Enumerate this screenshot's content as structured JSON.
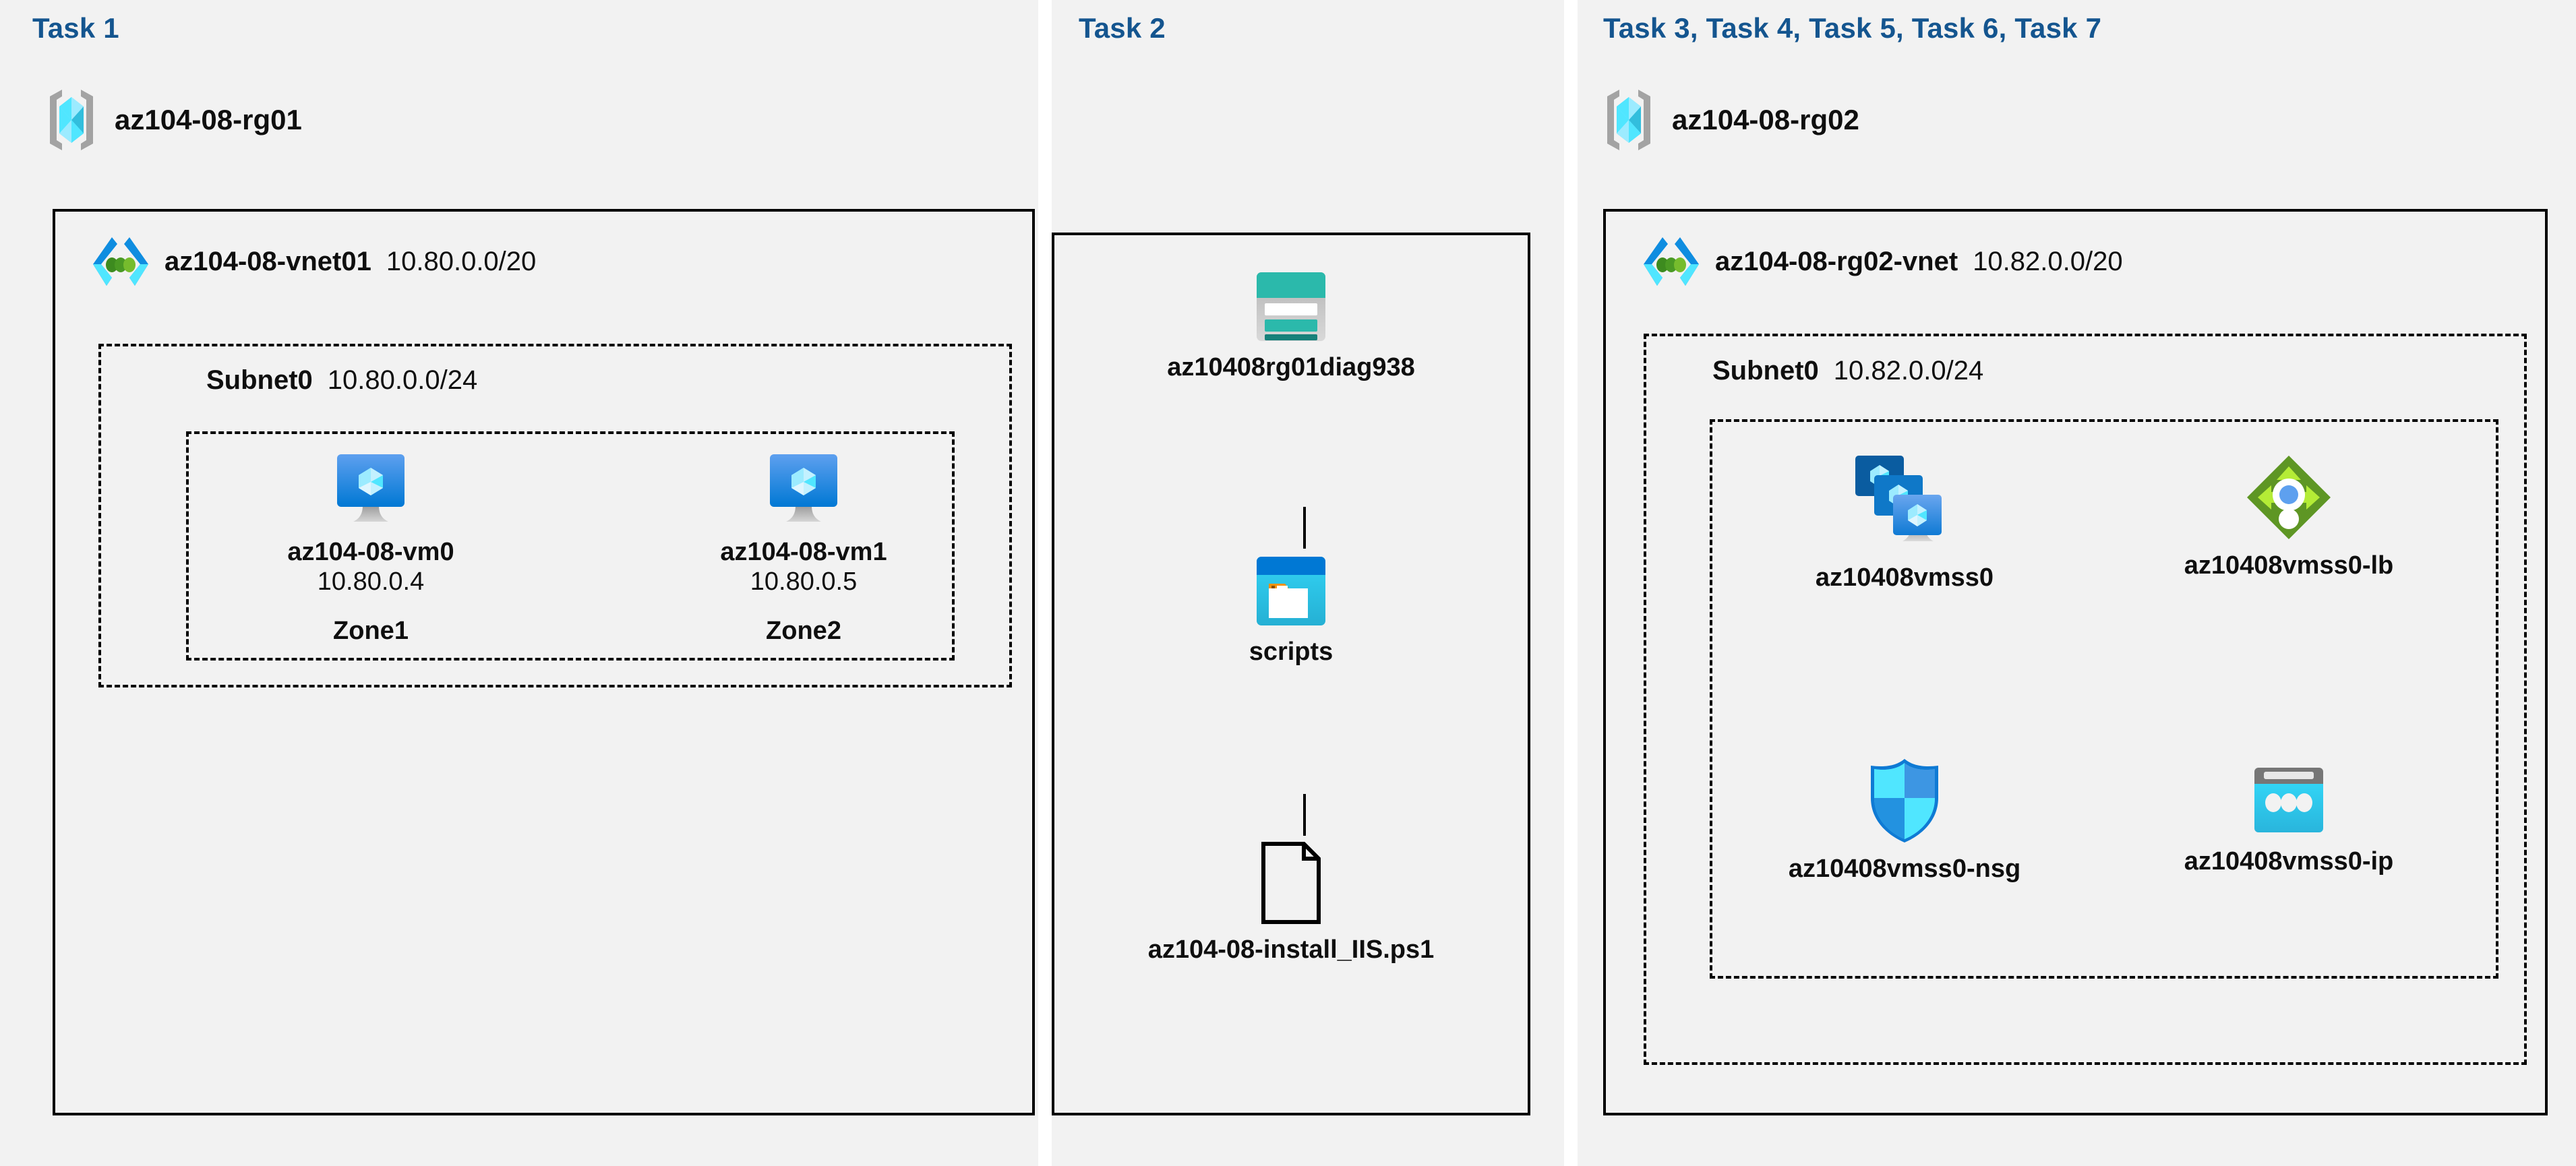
{
  "panels": [
    {
      "id": "task1",
      "title": "Task 1",
      "resource_group": {
        "name": "az104-08-rg01",
        "icon": "resource-group-icon"
      },
      "vnet": {
        "name": "az104-08-vnet01",
        "cidr": "10.80.0.0/20",
        "icon": "virtual-network-icon"
      },
      "subnet": {
        "name": "Subnet0",
        "cidr": "10.80.0.0/24"
      },
      "vms": [
        {
          "name": "az104-08-vm0",
          "ip": "10.80.0.4",
          "zone": "Zone1",
          "icon": "virtual-machine-icon"
        },
        {
          "name": "az104-08-vm1",
          "ip": "10.80.0.5",
          "zone": "Zone2",
          "icon": "virtual-machine-icon"
        }
      ]
    },
    {
      "id": "task2",
      "title": "Task 2",
      "storage_account": {
        "name": "az10408rg01diag938",
        "icon": "storage-account-icon"
      },
      "container": {
        "name": "scripts",
        "icon": "blob-container-icon"
      },
      "file": {
        "name": "az104-08-install_IIS.ps1",
        "icon": "document-icon"
      }
    },
    {
      "id": "task3",
      "title": "Task 3, Task 4, Task 5, Task 6, Task 7",
      "resource_group": {
        "name": "az104-08-rg02",
        "icon": "resource-group-icon"
      },
      "vnet": {
        "name": "az104-08-rg02-vnet",
        "cidr": "10.82.0.0/20",
        "icon": "virtual-network-icon"
      },
      "subnet": {
        "name": "Subnet0",
        "cidr": "10.82.0.0/24"
      },
      "resources": [
        {
          "name": "az10408vmss0",
          "icon": "vm-scale-set-icon"
        },
        {
          "name": "az10408vmss0-lb",
          "icon": "load-balancer-icon"
        },
        {
          "name": "az10408vmss0-nsg",
          "icon": "network-security-group-icon"
        },
        {
          "name": "az10408vmss0-ip",
          "icon": "public-ip-address-icon"
        }
      ]
    }
  ],
  "colors": {
    "panel_background": "#f2f2f2",
    "task_title": "#14558f",
    "border": "#000000",
    "azure_blue": "#0078d4",
    "azure_cyan": "#32bedd",
    "storage_teal": "#2bb9ab",
    "lb_green": "#5e9624",
    "text": "#0f0f0f"
  }
}
